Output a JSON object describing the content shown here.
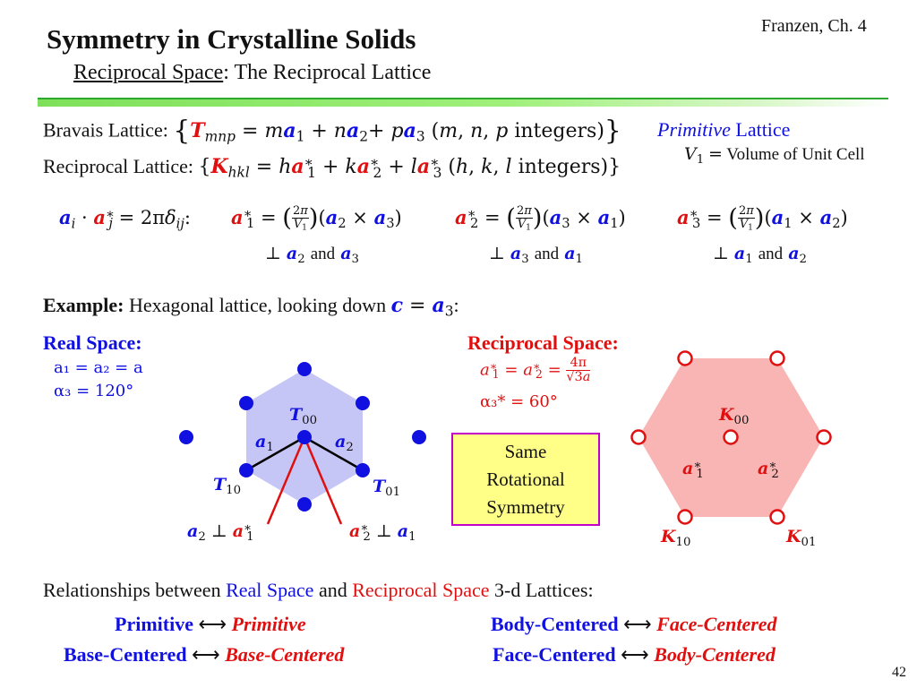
{
  "header": {
    "source": "Franzen, Ch. 4",
    "title": "Symmetry in Crystalline Solids",
    "subtitle_underlined": "Reciprocal Space",
    "subtitle_rest": ": The Reciprocal Lattice",
    "page_number": "42"
  },
  "definitions": {
    "bravais_label": "Bravais Lattice:",
    "reciprocal_label": "Reciprocal Lattice:",
    "integers": "integers",
    "primitive_word": "Primitive",
    "lattice_word": "Lattice",
    "volume_text": "Volume of Unit Cell",
    "and_word": "and"
  },
  "example": {
    "label": "Example:",
    "text": "Hexagonal lattice, looking down"
  },
  "real_space": {
    "heading": "Real Space:",
    "a_relation": "a₁ = a₂ = a",
    "alpha": "α₃ = 120°"
  },
  "reciprocal_space": {
    "heading": "Reciprocal Space:",
    "alpha": "α₃* = 60°"
  },
  "center_box": {
    "line1": "Same",
    "line2": "Rotational",
    "line3": "Symmetry"
  },
  "relationships": {
    "intro_1": "Relationships between",
    "real_space": "Real Space",
    "intro_and": "and",
    "reciprocal_space": "Reciprocal Space",
    "intro_2": "3-d Lattices:",
    "rows": [
      {
        "left": "Primitive",
        "right": "Primitive"
      },
      {
        "left": "Base-Centered",
        "right": "Base-Centered"
      },
      {
        "left": "Body-Centered",
        "right": "Face-Centered"
      },
      {
        "left": "Face-Centered",
        "right": "Body-Centered"
      }
    ],
    "arrow": "⟷"
  },
  "colors": {
    "blue": "#1010e0",
    "red": "#e01010",
    "hex_fill_real": "#c6c6f6",
    "hex_fill_reciprocal": "#f9b4b4",
    "box_fill": "#ffff88",
    "box_border": "#c100c8",
    "rule_green": "#7ee05a"
  }
}
